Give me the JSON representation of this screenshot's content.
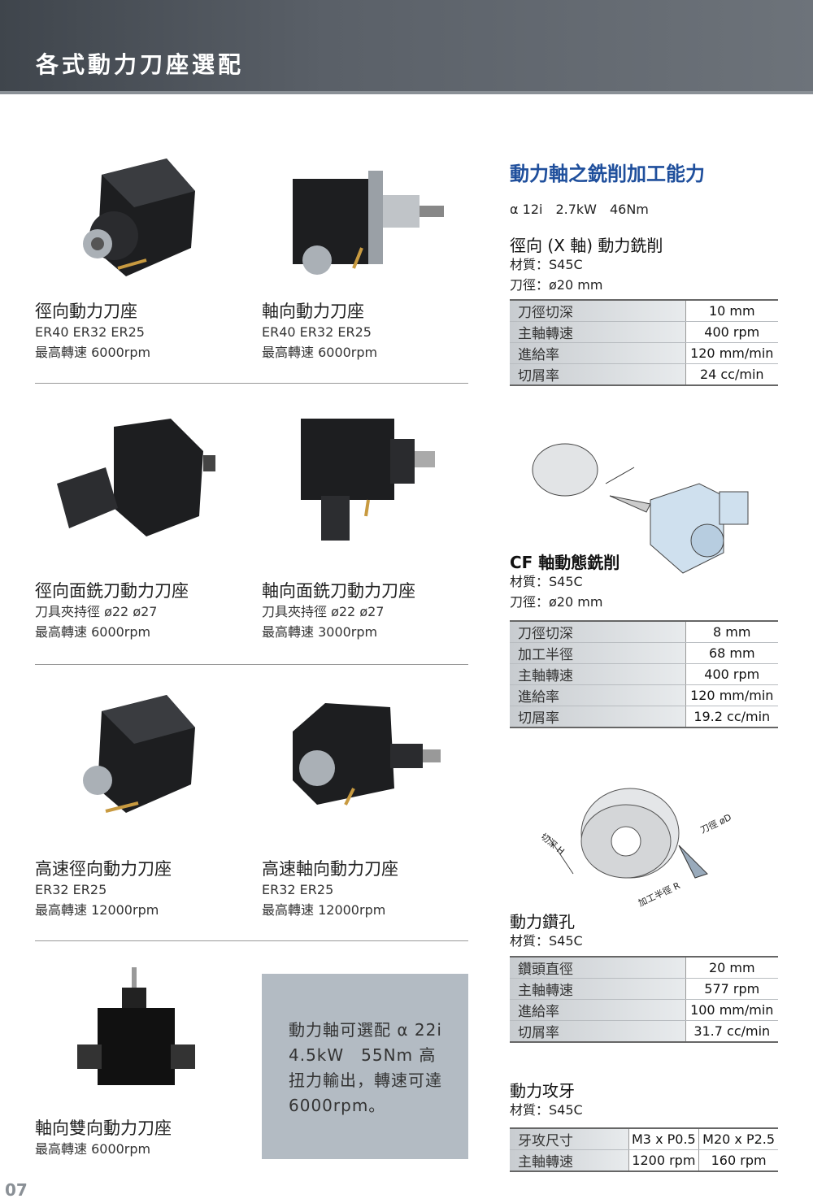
{
  "header": {
    "title": "各式動力刀座選配"
  },
  "products": [
    {
      "title": "徑向動力刀座",
      "spec": "ER40  ER32  ER25",
      "speed": "最高轉速 6000rpm"
    },
    {
      "title": "軸向動力刀座",
      "spec": "ER40  ER32  ER25",
      "speed": "最高轉速 6000rpm"
    },
    {
      "title": "徑向面銑刀動力刀座",
      "spec": "刀具夾持徑 ø22 ø27",
      "speed": "最高轉速 6000rpm"
    },
    {
      "title": "軸向面銑刀動力刀座",
      "spec": "刀具夾持徑 ø22 ø27",
      "speed": "最高轉速 3000rpm"
    },
    {
      "title": "高速徑向動力刀座",
      "spec": "ER32  ER25",
      "speed": "最高轉速 12000rpm"
    },
    {
      "title": "高速軸向動力刀座",
      "spec": "ER32  ER25",
      "speed": "最高轉速 12000rpm"
    },
    {
      "title": "軸向雙向動力刀座",
      "speed": "最高轉速 6000rpm"
    }
  ],
  "note": "動力軸可選配 α 22i 4.5kW　55Nm 高扭力輸出，轉速可達 6000rpm。",
  "right": {
    "heading": "動力軸之銑削加工能力",
    "motor": "α 12i　2.7kW　46Nm",
    "sections": [
      {
        "title": "徑向 (X 軸) 動力銑削",
        "material": "材質：S45C",
        "dia": "刀徑：ø20 mm",
        "rows": [
          [
            "刀徑切深",
            "10 mm"
          ],
          [
            "主軸轉速",
            "400 rpm"
          ],
          [
            "進給率",
            "120 mm/min"
          ],
          [
            "切屑率",
            "24 cc/min"
          ]
        ]
      },
      {
        "title": "CF 軸動態銑削",
        "material": "材質：S45C",
        "dia": "刀徑：ø20 mm",
        "rows": [
          [
            "刀徑切深",
            "8 mm"
          ],
          [
            "加工半徑",
            "68 mm"
          ],
          [
            "主軸轉速",
            "400 rpm"
          ],
          [
            "進給率",
            "120 mm/min"
          ],
          [
            "切屑率",
            "19.2 cc/min"
          ]
        ]
      },
      {
        "title": "動力鑽孔",
        "material": "材質：S45C",
        "rows": [
          [
            "鑽頭直徑",
            "20 mm"
          ],
          [
            "主軸轉速",
            "577 rpm"
          ],
          [
            "進給率",
            "100 mm/min"
          ],
          [
            "切屑率",
            "31.7 cc/min"
          ]
        ]
      },
      {
        "title": "動力攻牙",
        "material": "材質：S45C",
        "header": [
          "牙攻尺寸",
          "M3 x P0.5",
          "M20 x P2.5"
        ],
        "rows": [
          [
            "主軸轉速",
            "1200 rpm",
            "160 rpm"
          ]
        ]
      }
    ],
    "diagram_labels": {
      "depth": "切深 H",
      "dia": "刀徑 øD",
      "radius": "加工半徑 R"
    }
  },
  "page_number": "07"
}
